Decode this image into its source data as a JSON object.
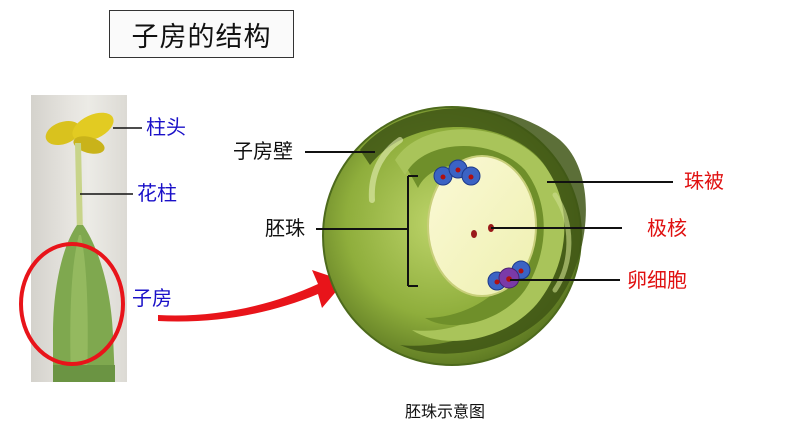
{
  "title": "子房的结构",
  "photo_labels": {
    "stigma": "柱头",
    "style": "花柱",
    "ovary": "子房"
  },
  "diagram_labels": {
    "ovary_wall": "子房壁",
    "ovule": "胚珠",
    "integument": "珠被",
    "polar_nuclei": "极核",
    "egg_cell": "卵细胞"
  },
  "caption": "胚珠示意图",
  "colors": {
    "photo_label_color": "#1a10c8",
    "diagram_label_black": "#111111",
    "diagram_label_red": "#e01010",
    "highlight_circle": "#e8141a",
    "arrow": "#e8141a"
  }
}
